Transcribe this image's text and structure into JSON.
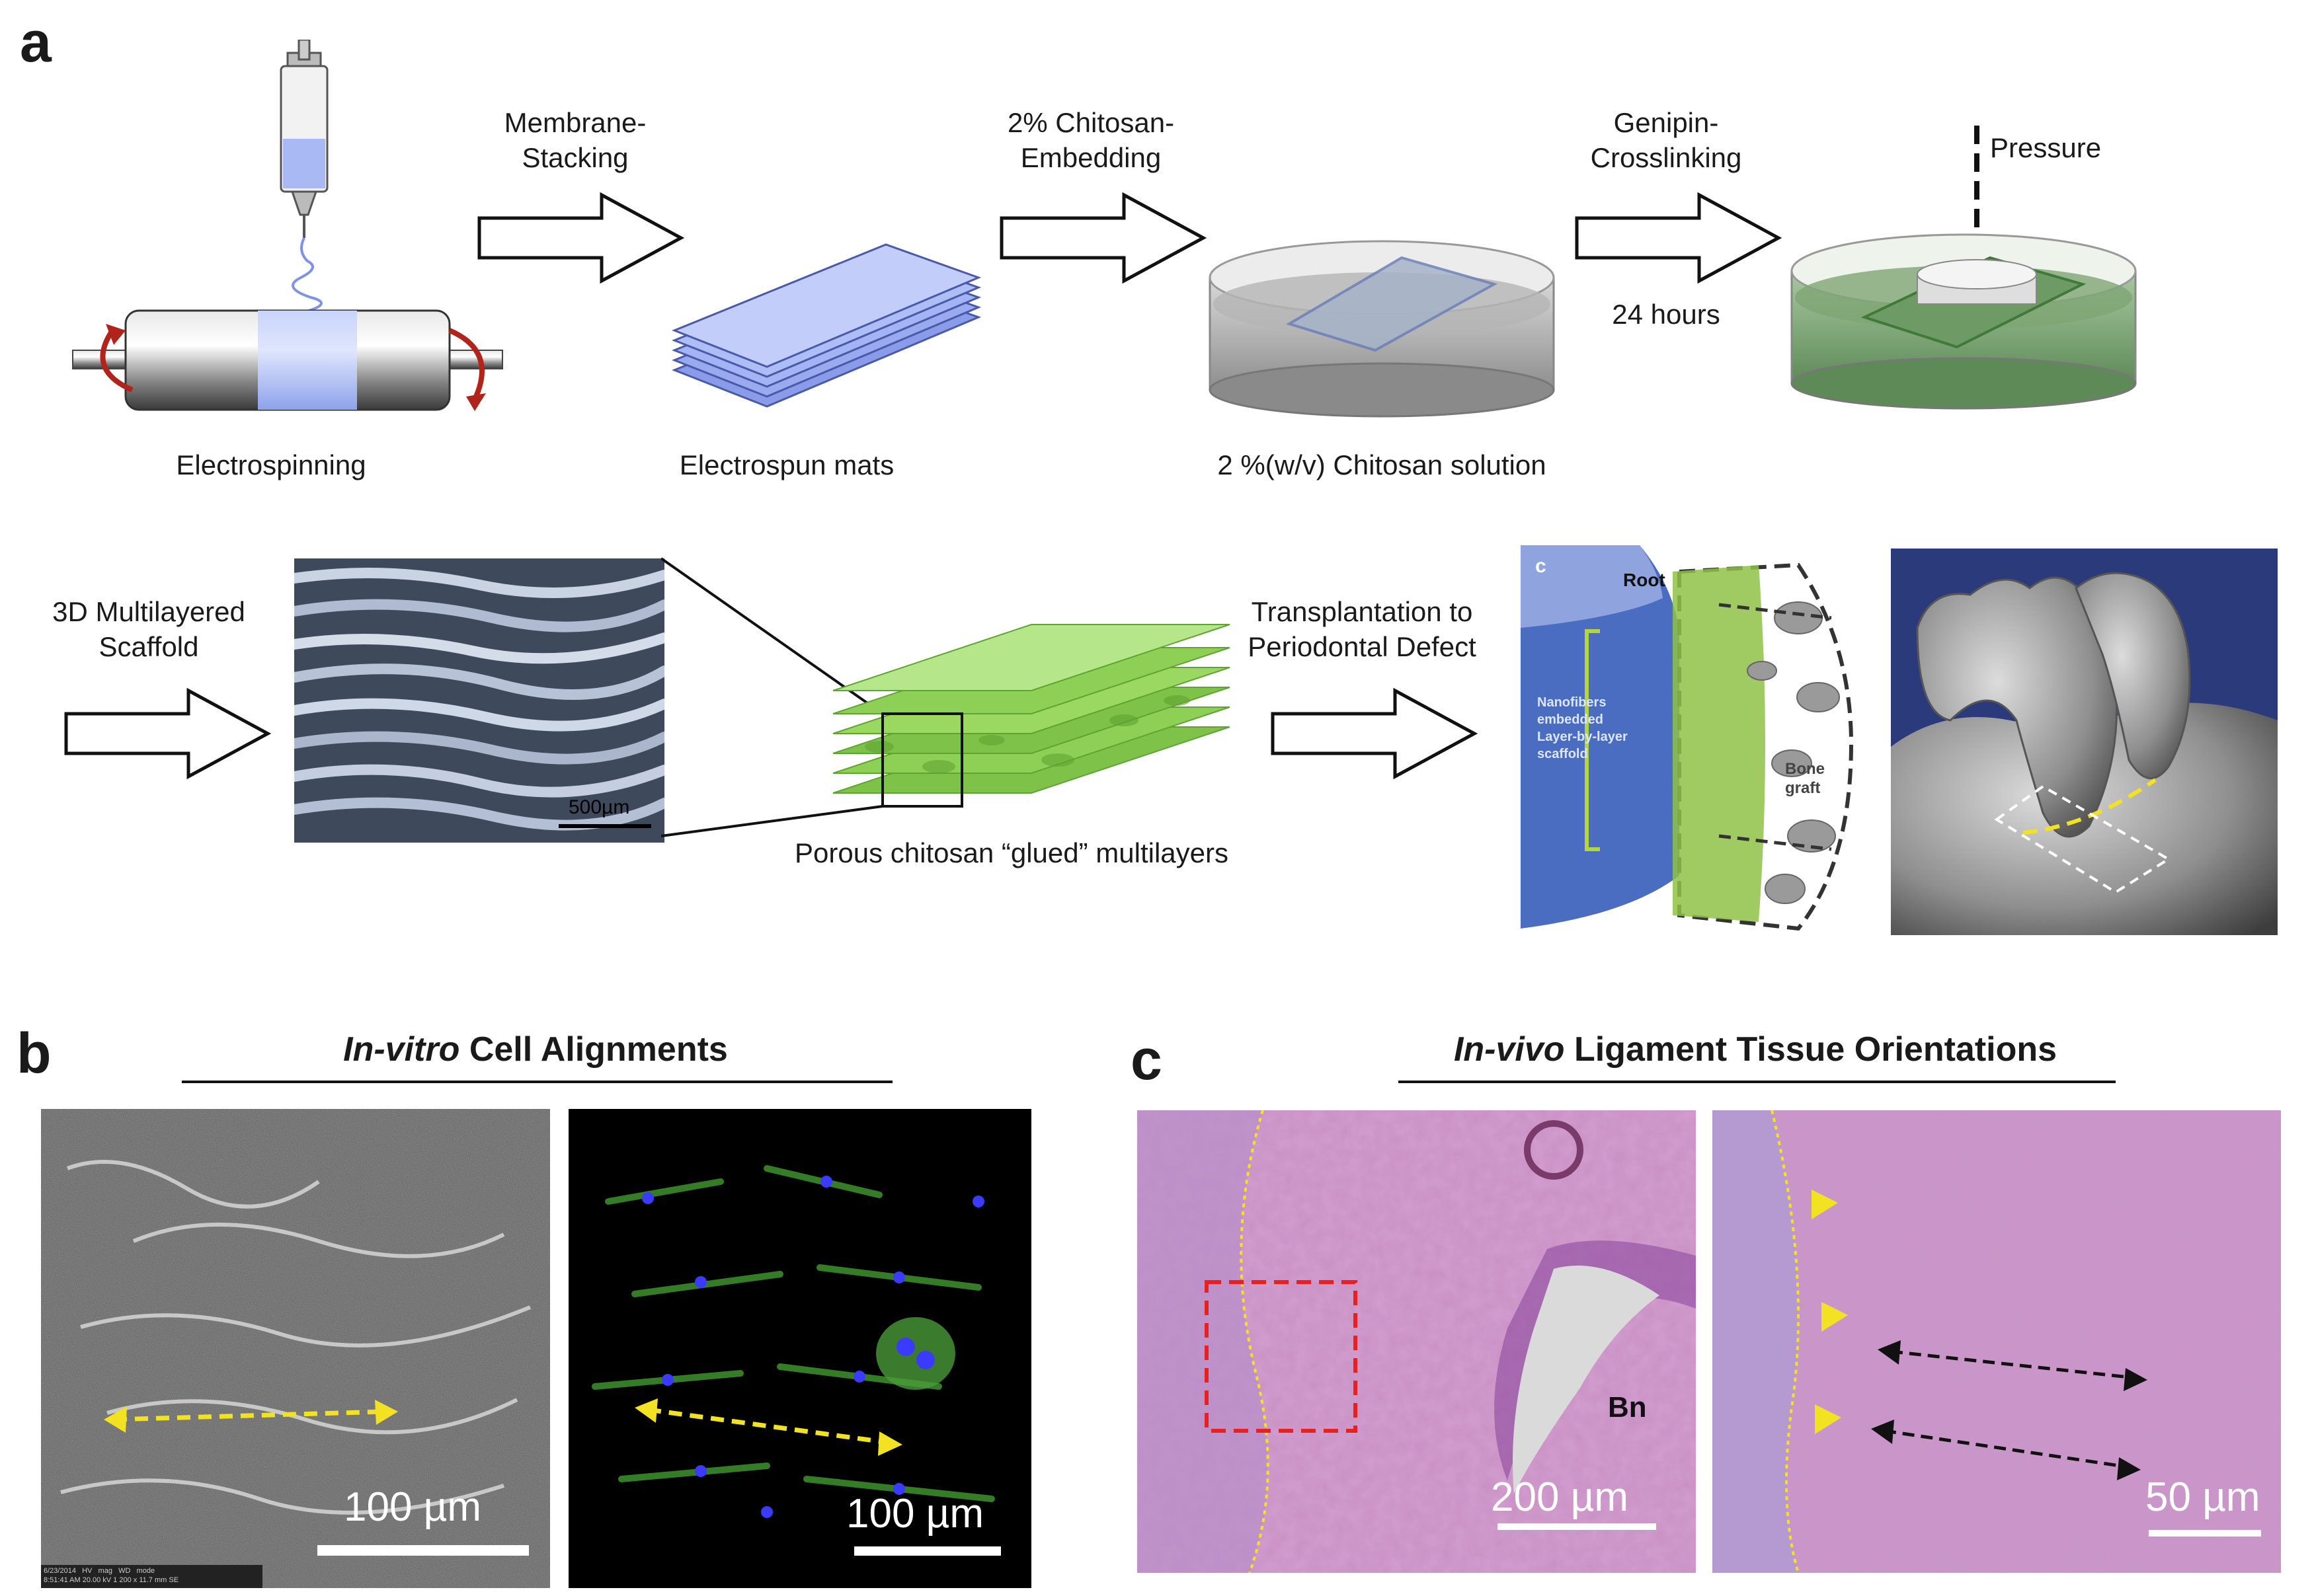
{
  "panel_a": {
    "letter": "a",
    "steps": [
      {
        "arrow_label": "Membrane-\nStacking"
      },
      {
        "arrow_label": "2% Chitosan-\nEmbedding"
      },
      {
        "arrow_label": "Genipin-\nCrosslinking",
        "sub_label": "24 hours"
      }
    ],
    "captions": {
      "electrospinning": "Electrospinning",
      "mats": "Electrospun mats",
      "solution": "2 %(w/v) Chitosan solution",
      "pressure": "Pressure",
      "scaffold": "3D Multilayered\nScaffold",
      "glued": "Porous chitosan “glued” multilayers",
      "transplant": "Transplantation to\nPeriodontal Defect",
      "scale_sem": "500µm"
    },
    "schematic": {
      "corner_letter": "c",
      "root": "Root",
      "nanofibers": "Nanofibers\nembedded\nLayer-by-layer\nscaffold",
      "bone_graft": "Bone\ngraft"
    }
  },
  "panel_b": {
    "letter": "b",
    "title_italic": "In-vitro",
    "title_rest": " Cell Alignments",
    "scale_left": "100 µm",
    "scale_right": "100 µm",
    "sem_info": "6/23/2014   HV   mag   WD   mode\n8:51:41 AM 20.00 kV 1 200 x 11.7 mm SE"
  },
  "panel_c": {
    "letter": "c",
    "title_italic": "In-vivo",
    "title_rest": " Ligament Tissue Orientations",
    "bn_label": "Bn",
    "scale_left": "200 µm",
    "scale_right": "50 µm"
  },
  "colors": {
    "fiber_blue": "#9fb3f2",
    "scaffold_green": "#8fd14f",
    "arrow_yellow": "#f2e222",
    "he_pink": "#c98fc4"
  }
}
